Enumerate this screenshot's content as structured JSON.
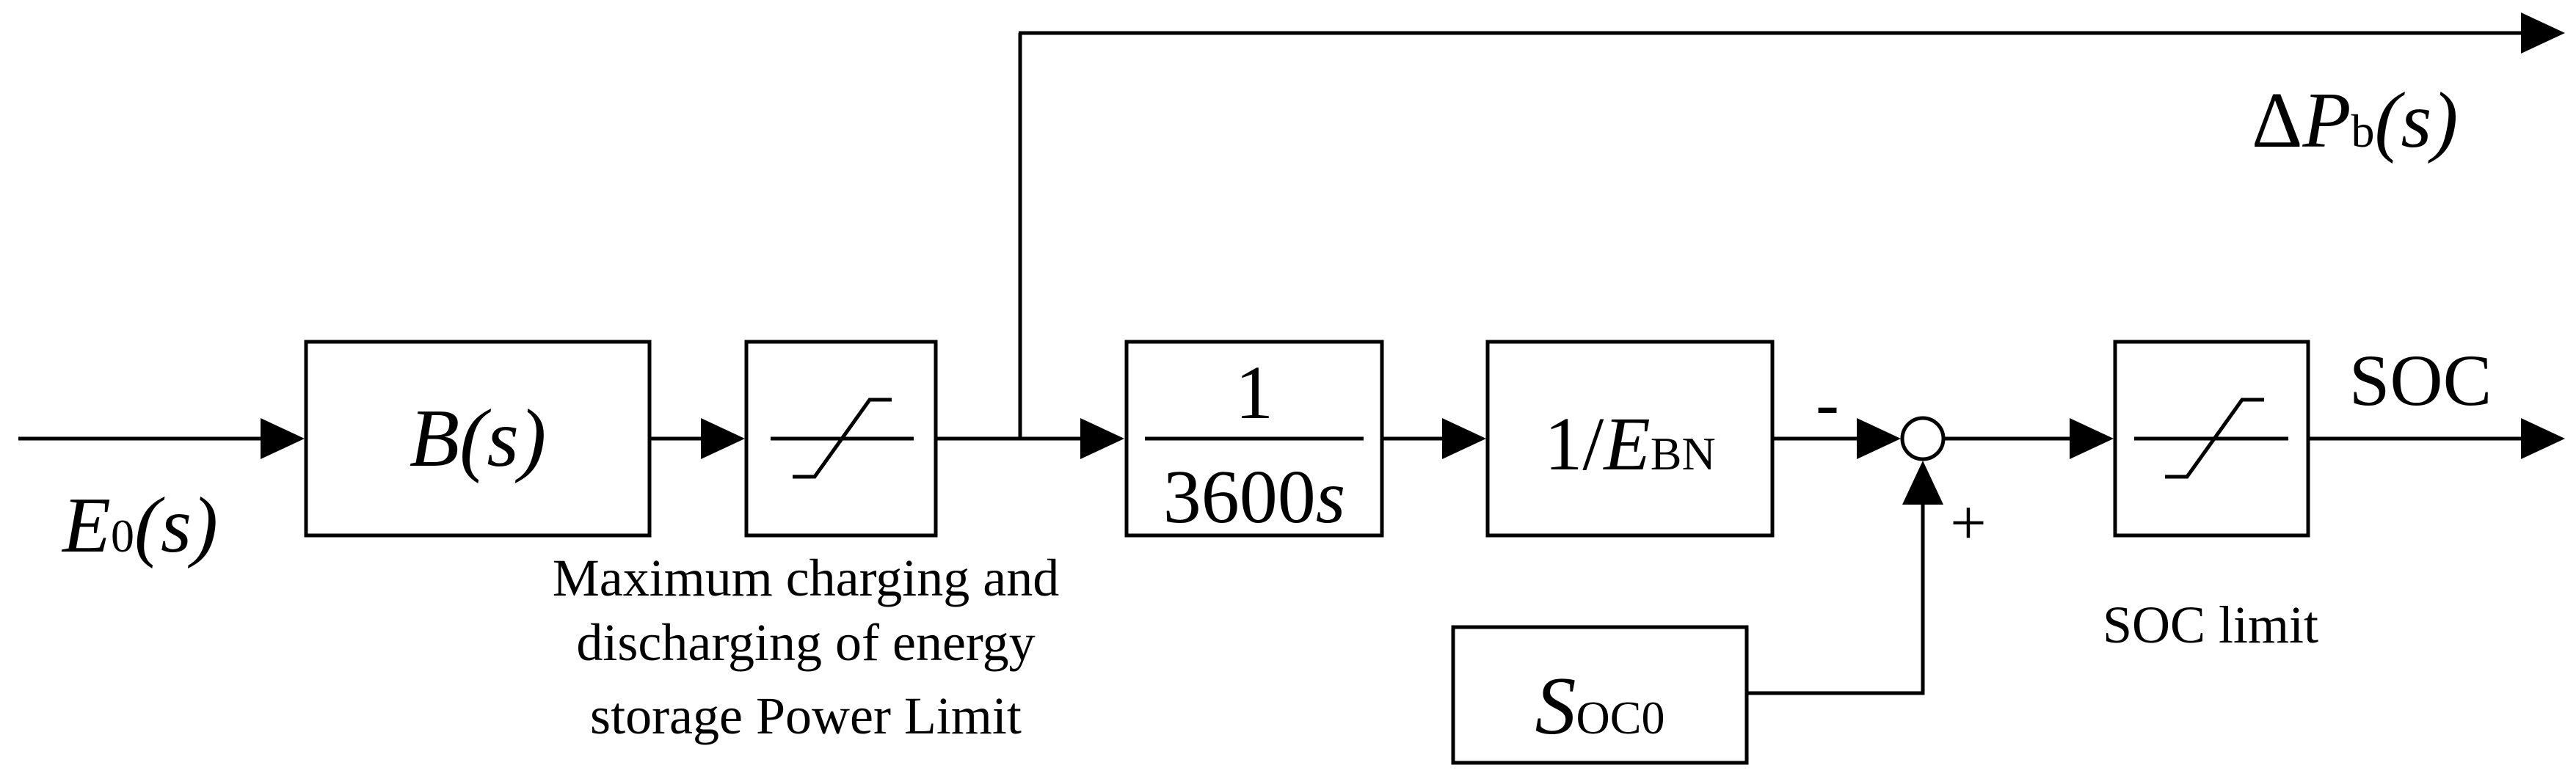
{
  "input": {
    "var": "E",
    "sub": "0",
    "arg": "(s)"
  },
  "output_power": {
    "delta": "Δ",
    "var": "P",
    "sub": "b",
    "arg": "(s)"
  },
  "output_soc": "SOC",
  "blocks": {
    "transfer": {
      "var": "B",
      "arg": "(s)"
    },
    "integrator": {
      "numerator": "1",
      "denominator_num": "3600",
      "denominator_var": "s"
    },
    "energy_scale": {
      "prefix": "1/",
      "var": "E",
      "sub": "BN"
    },
    "soc_init": {
      "var": "S",
      "sub": "OC0"
    }
  },
  "summing_junction": {
    "minus": "-",
    "plus": "+"
  },
  "labels": {
    "power_limit": [
      "Maximum charging and",
      "discharging of energy",
      "storage Power Limit"
    ],
    "soc_limit": "SOC limit"
  }
}
